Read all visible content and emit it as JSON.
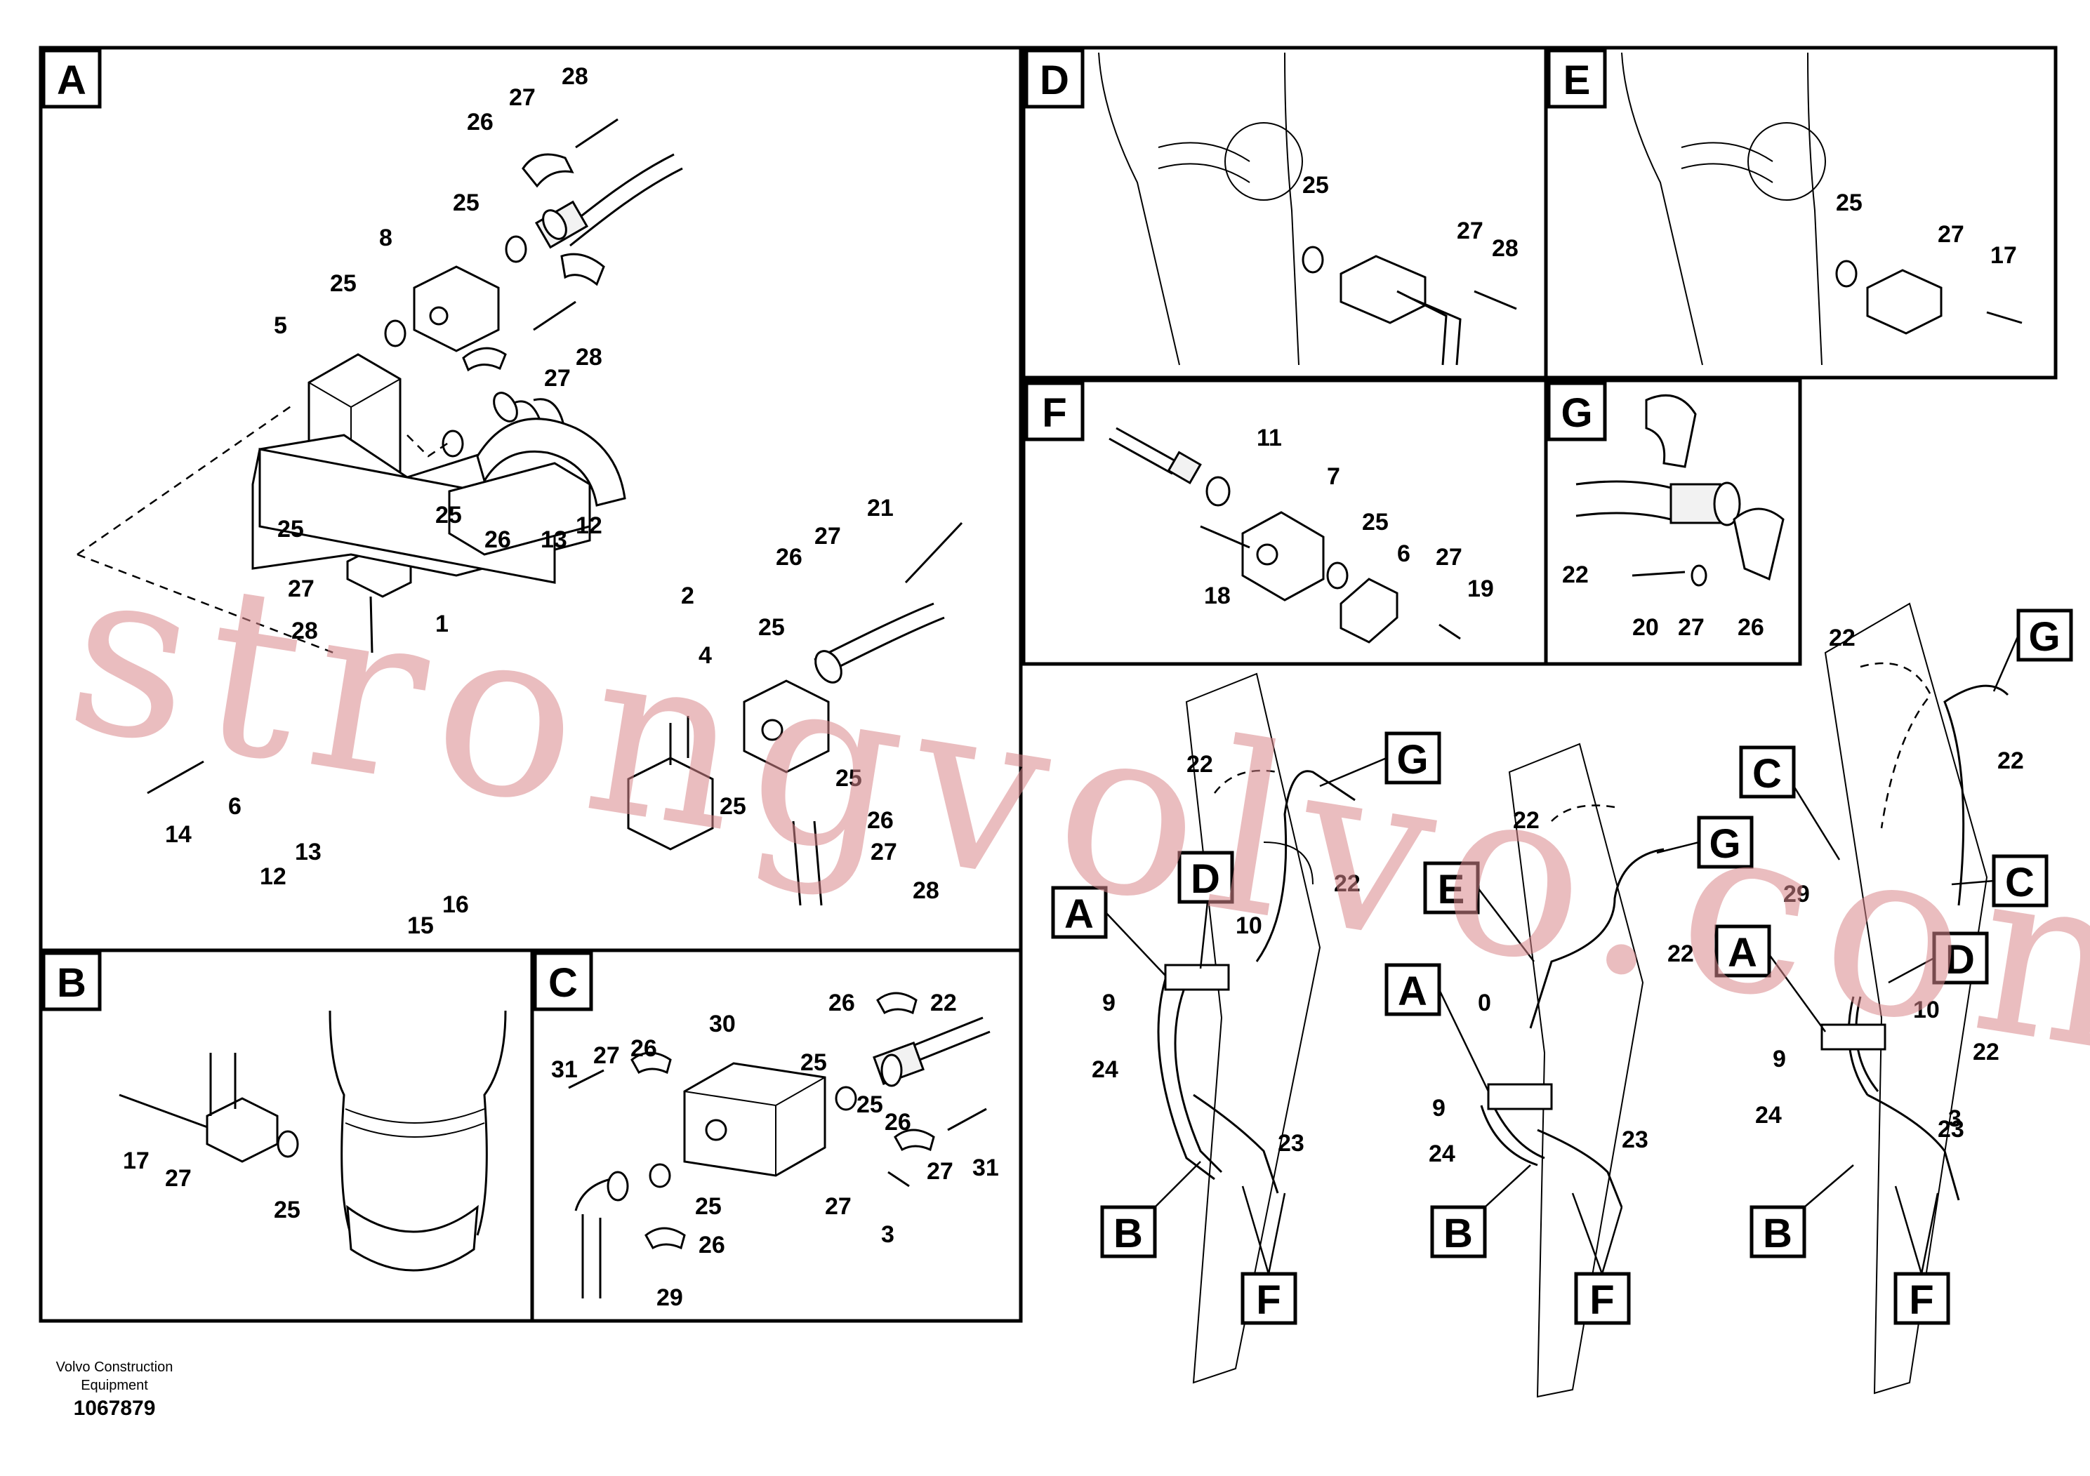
{
  "panels": {
    "A": {
      "letter": "A",
      "labels": [
        "28",
        "27",
        "26",
        "25",
        "8",
        "25",
        "5",
        "28",
        "27",
        "25",
        "26",
        "25",
        "21",
        "27",
        "12",
        "13",
        "2",
        "26",
        "1",
        "4",
        "25",
        "27",
        "28",
        "14",
        "6",
        "13",
        "12",
        "25",
        "25",
        "26",
        "27",
        "28",
        "15",
        "16"
      ]
    },
    "B": {
      "letter": "B",
      "labels": [
        "17",
        "27",
        "25"
      ]
    },
    "C": {
      "letter": "C",
      "labels": [
        "30",
        "22",
        "26",
        "25",
        "31",
        "27",
        "26",
        "25",
        "26",
        "27",
        "31",
        "27",
        "3",
        "25",
        "26",
        "29"
      ]
    },
    "D": {
      "letter": "D",
      "labels": [
        "25",
        "27",
        "28"
      ]
    },
    "E": {
      "letter": "E",
      "labels": [
        "25",
        "27",
        "17"
      ]
    },
    "F": {
      "letter": "F",
      "labels": [
        "11",
        "7",
        "25",
        "6",
        "27",
        "18",
        "19"
      ]
    },
    "G": {
      "letter": "G",
      "labels": [
        "22",
        "20",
        "27",
        "26"
      ]
    }
  },
  "overview": {
    "left": {
      "tags": [
        "A",
        "D",
        "B",
        "F",
        "G"
      ],
      "labels": [
        "22",
        "22",
        "10",
        "9",
        "24",
        "23"
      ]
    },
    "middle": {
      "tags": [
        "E",
        "A",
        "B",
        "F",
        "G"
      ],
      "labels": [
        "22",
        "22",
        "0",
        "9",
        "24",
        "23"
      ]
    },
    "right": {
      "tags": [
        "C",
        "C",
        "A",
        "D",
        "B",
        "F",
        "G"
      ],
      "labels": [
        "22",
        "22",
        "29",
        "10",
        "9",
        "24",
        "23",
        "22",
        "3"
      ]
    }
  },
  "watermark": "strongvolvo.com",
  "footer": {
    "company_line1": "Volvo Construction",
    "company_line2": "Equipment",
    "drawing_number": "1067879"
  }
}
